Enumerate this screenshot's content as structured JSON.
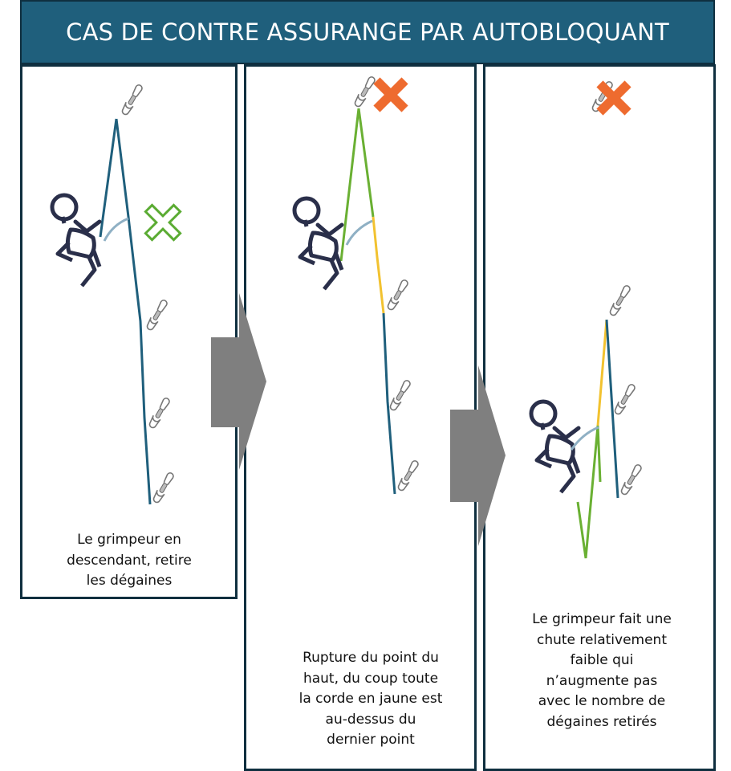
{
  "header": {
    "title": "CAS DE CONTRE ASSURANGE PAR AUTOBLOQUANT"
  },
  "panels": [
    {
      "caption": "Le grimpeur en\ndescendant, retire\nles dégaines"
    },
    {
      "caption": "Rupture du point du\nhaut, du coup toute\nla corde en jaune est\nau-dessus du\ndernier point"
    },
    {
      "caption": "Le grimpeur fait une\nchute relativement\nfaible qui\nn’augmente pas\navec le nombre de\ndégaines retirés"
    }
  ],
  "colors": {
    "header_bg": "#1f5f7c",
    "rope_blue": "#1f5f7c",
    "rope_green": "#6ab033",
    "rope_yellow": "#f2c230",
    "cross_orange": "#ee6b2f",
    "cross_green_outline": "#5aab32",
    "climber": "#2a2f4a",
    "arrow": "#7f7f7f"
  },
  "icons": [
    "climber-icon",
    "quickdraw-icon",
    "cross-icon",
    "arrow-icon"
  ]
}
